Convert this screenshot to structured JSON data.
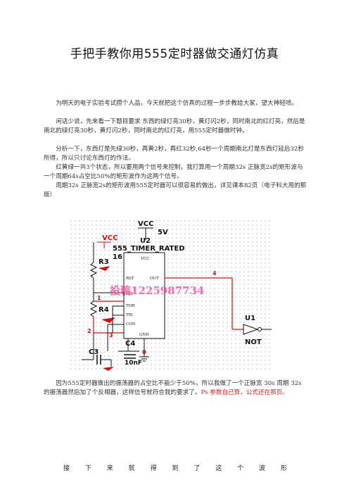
{
  "title": "手把手教你用555定时器做交通灯仿真",
  "paragraphs": [
    "为明天的电子实验考试攒个人品，今天就把这个仿真的过程一步步教给大家，望大神轻喷。",
    "闲话少说，先来看一下题目要求 东西的绿灯亮30秒，黄灯闪2秒，同时南北的红灯亮，然后是南北的绿灯亮30秒，黄灯闪2秒，同时南北的红灯亮，用555定时器做时钟。",
    "分析一下，东西灯是先绿30秒，再黄2秒，再红32秒,64秒一个周期南北灯是东西灯延后32秒所得，所以只讨论东西灯的作法。",
    "红黄绿一共3个状态，所以要用两个信号来控制，我打算用一个周期32s 正脉宽2s的矩形波与一个周期64s占空比50%的矩形波作为这两个信号。",
    "周期32s 正脉宽2s的矩形波用555定时器可以很容易的做出，详见课本82页（电子科大用的那版）"
  ],
  "circuit": {
    "vcc_top": "VCC",
    "vcc_voltage": "5V",
    "u2_ref": "U2",
    "vcc_left": "VCC",
    "chip_name": "555_TIMER_RATED",
    "chip_pin_count": "16",
    "r3": "R3",
    "r4": "R4",
    "c3": "C3",
    "c4": "C4",
    "c4_value": "10nF",
    "u1": "U1",
    "not_gate": "NOT",
    "watermark": "投稿1225987734",
    "pins": {
      "vcc": "VCC",
      "rst": "RST",
      "out": "OUT",
      "dis": "DIS",
      "thr": "THR",
      "tri": "TRI",
      "con": "CON",
      "gnd": "GND"
    },
    "nodes": {
      "n1": "1",
      "n2": "2",
      "n3": "3",
      "n4": "4",
      "n0": "0"
    }
  },
  "after_para": {
    "main": "因为555定时器做出的振荡器的占空比不能少于50%，所以我做了一个正脉宽 30s 周期 32s 的振荡器然后加了个反相器，这样信号就符合我的要求了。",
    "red": "Ps 参数自己算，公式还在那页。"
  },
  "spread_line": [
    "接",
    "下",
    "来",
    "就",
    "得",
    "到",
    "了",
    "这",
    "个",
    "波",
    "形"
  ]
}
